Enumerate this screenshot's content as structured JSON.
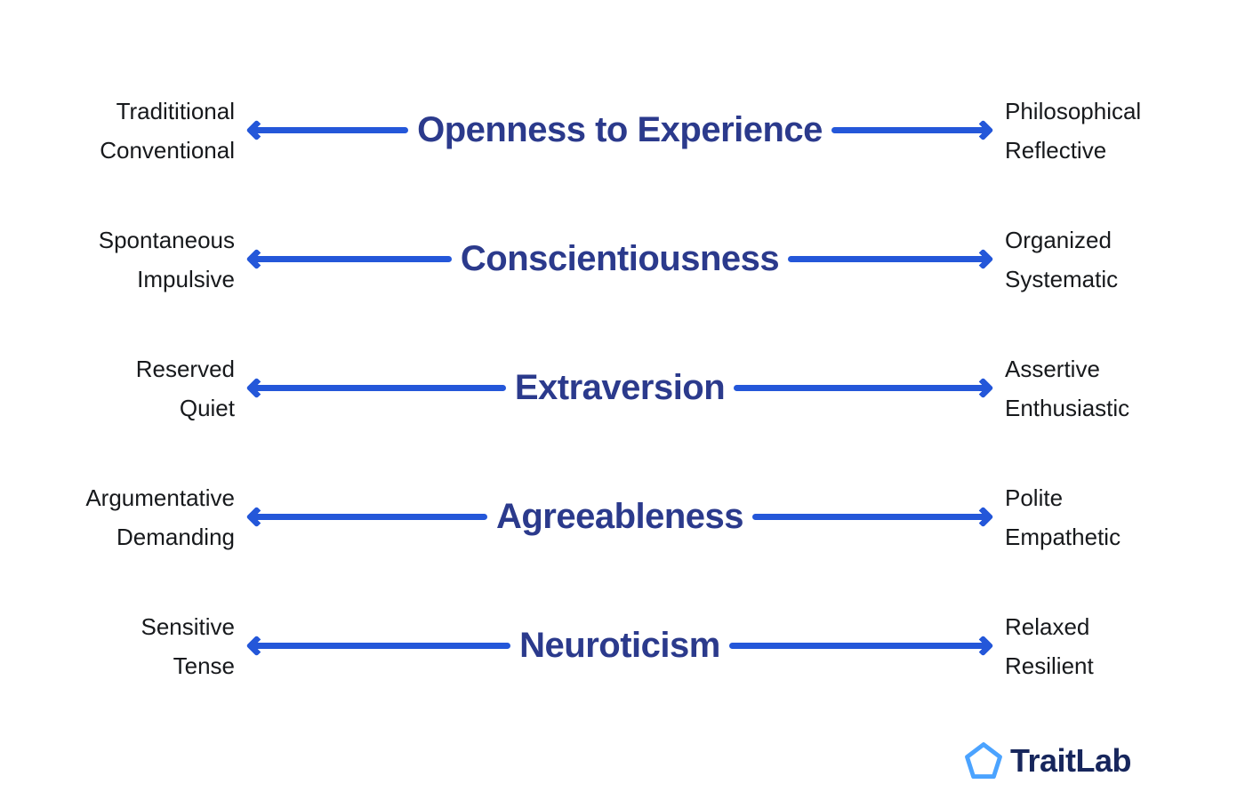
{
  "traits": [
    {
      "name": "Openness to Experience",
      "low": [
        "Tradititional",
        "Conventional"
      ],
      "high": [
        "Philosophical",
        "Reflective"
      ]
    },
    {
      "name": "Conscientiousness",
      "low": [
        "Spontaneous",
        "Impulsive"
      ],
      "high": [
        "Organized",
        "Systematic"
      ]
    },
    {
      "name": "Extraversion",
      "low": [
        "Reserved",
        "Quiet"
      ],
      "high": [
        "Assertive",
        "Enthusiastic"
      ]
    },
    {
      "name": "Agreeableness",
      "low": [
        "Argumentative",
        "Demanding"
      ],
      "high": [
        "Polite",
        "Empathetic"
      ]
    },
    {
      "name": "Neuroticism",
      "low": [
        "Sensitive",
        "Tense"
      ],
      "high": [
        "Relaxed",
        "Resilient"
      ]
    }
  ],
  "logo": {
    "text": "TraitLab",
    "icon": "pentagon-icon"
  },
  "colors": {
    "arrow": "#2457D9",
    "trait_name": "#2B3A8C",
    "pole_label": "#17191C",
    "logo_text": "#17265C",
    "pentagon": "#4BA3FF"
  }
}
